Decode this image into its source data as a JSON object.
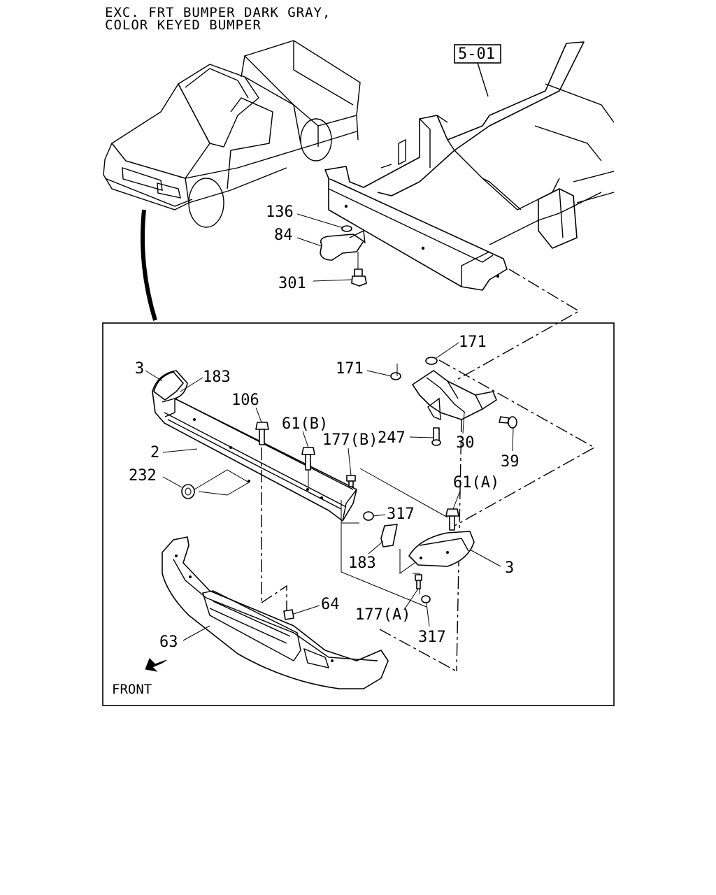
{
  "title": {
    "line1": "EXC. FRT  BUMPER DARK GRAY,",
    "line2": "COLOR KEYED BUMPER"
  },
  "reference_box": "5-01",
  "front_label": "FRONT",
  "callouts": {
    "c136": "136",
    "c84": "84",
    "c301": "301",
    "c171a": "171",
    "c171b": "171",
    "c3a": "3",
    "c183a": "183",
    "c106": "106",
    "c61b": "61(B)",
    "c177b": "177(B)",
    "c247": "247",
    "c30": "30",
    "c39": "39",
    "c2": "2",
    "c232": "232",
    "c317a": "317",
    "c61a": "61(A)",
    "c183b": "183",
    "c3b": "3",
    "c64": "64",
    "c177a": "177(A)",
    "c317b": "317",
    "c63": "63"
  }
}
